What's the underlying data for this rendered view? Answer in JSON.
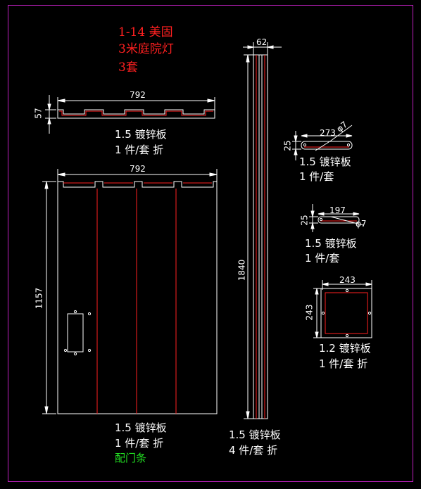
{
  "title": {
    "line1": "1-14 美固",
    "line2": "3米庭院灯",
    "line3": "3套"
  },
  "parts": {
    "top_panel": {
      "dim_width": "792",
      "dim_height": "57",
      "material": "1.5 镀锌板",
      "qty": "1 件/套 折"
    },
    "door_panel": {
      "dim_width": "792",
      "dim_height": "1157",
      "material": "1.5 镀锌板",
      "qty": "1 件/套 折",
      "note": "配门条"
    },
    "pole_strip": {
      "dim_width": "62",
      "dim_height": "1840",
      "material": "1.5 镀锌板",
      "qty": "4 件/套 折"
    },
    "bracket_a": {
      "dim_length": "273",
      "dim_height": "25",
      "hole": "φ7",
      "material": "1.5 镀锌板",
      "qty": "1 件/套"
    },
    "bracket_b": {
      "dim_length": "197",
      "dim_height": "25",
      "hole": "φ7",
      "material": "1.5 镀锌板",
      "qty": "1 件/套"
    },
    "square_plate": {
      "dim_width": "243",
      "dim_height": "243",
      "material": "1.2 镀锌板",
      "qty": "1 件/套 折"
    }
  },
  "colors": {
    "frame": "#c020c0",
    "background": "#000000",
    "line": "#ffffff",
    "accent": "#ff2020",
    "note": "#22dd22"
  }
}
